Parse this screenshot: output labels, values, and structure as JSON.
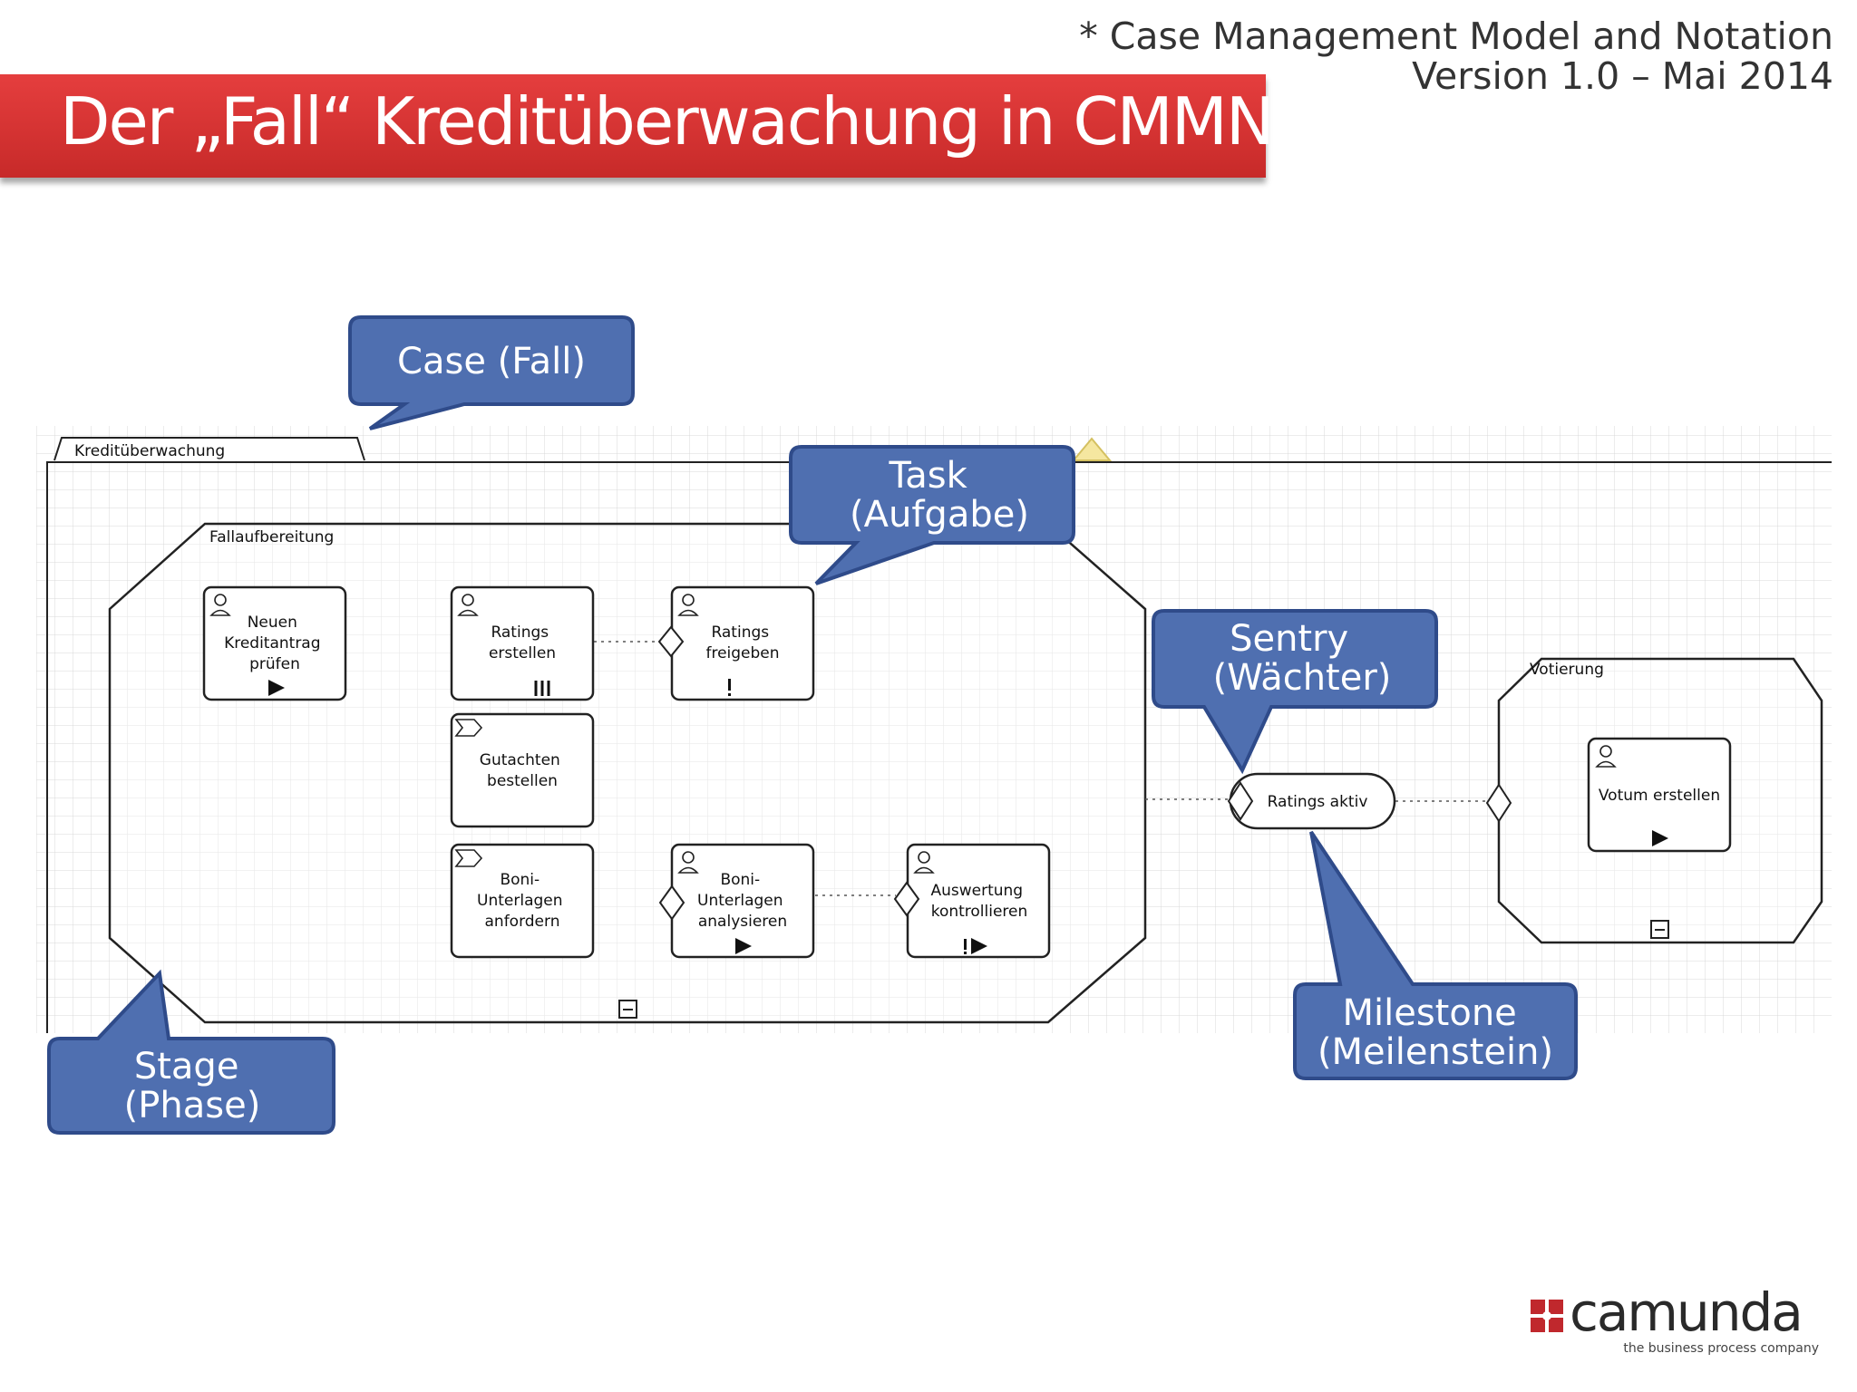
{
  "footnote": {
    "line1": "* Case Management Model and Notation",
    "line2": "Version 1.0 – Mai 2014"
  },
  "title": "Der „Fall“ Kreditüberwachung in CMMN*",
  "case_plan": {
    "label": "Kreditüberwachung"
  },
  "stages": {
    "fallaufbereitung": "Fallaufbereitung",
    "votierung": "Votierung"
  },
  "tasks": {
    "neuen_kreditantrag": [
      "Neuen",
      "Kreditantrag",
      "prüfen"
    ],
    "ratings_erstellen": [
      "Ratings",
      "erstellen"
    ],
    "ratings_freigeben": [
      "Ratings",
      "freigeben"
    ],
    "gutachten_bestellen": [
      "Gutachten",
      "bestellen"
    ],
    "boni_anfordern": [
      "Boni-",
      "Unterlagen",
      "anfordern"
    ],
    "boni_analysieren": [
      "Boni-",
      "Unterlagen",
      "analysieren"
    ],
    "auswertung_kontrollieren": [
      "Auswertung",
      "kontrollieren"
    ],
    "votum_erstellen": [
      "Votum erstellen"
    ]
  },
  "milestone": {
    "label": "Ratings aktiv"
  },
  "callouts": {
    "case": [
      "Case (Fall)"
    ],
    "task": [
      "Task",
      "(Aufgabe)"
    ],
    "sentry": [
      "Sentry",
      "(Wächter)"
    ],
    "stage": [
      "Stage",
      "(Phase)"
    ],
    "milestone": [
      "Milestone",
      "(Meilenstein)"
    ]
  },
  "logo": {
    "word": "camunda",
    "tagline": "the business process company"
  },
  "colors": {
    "title_red": "#d83232",
    "callout_blue": "#4f6fb0",
    "callout_border": "#2f4b8a"
  }
}
